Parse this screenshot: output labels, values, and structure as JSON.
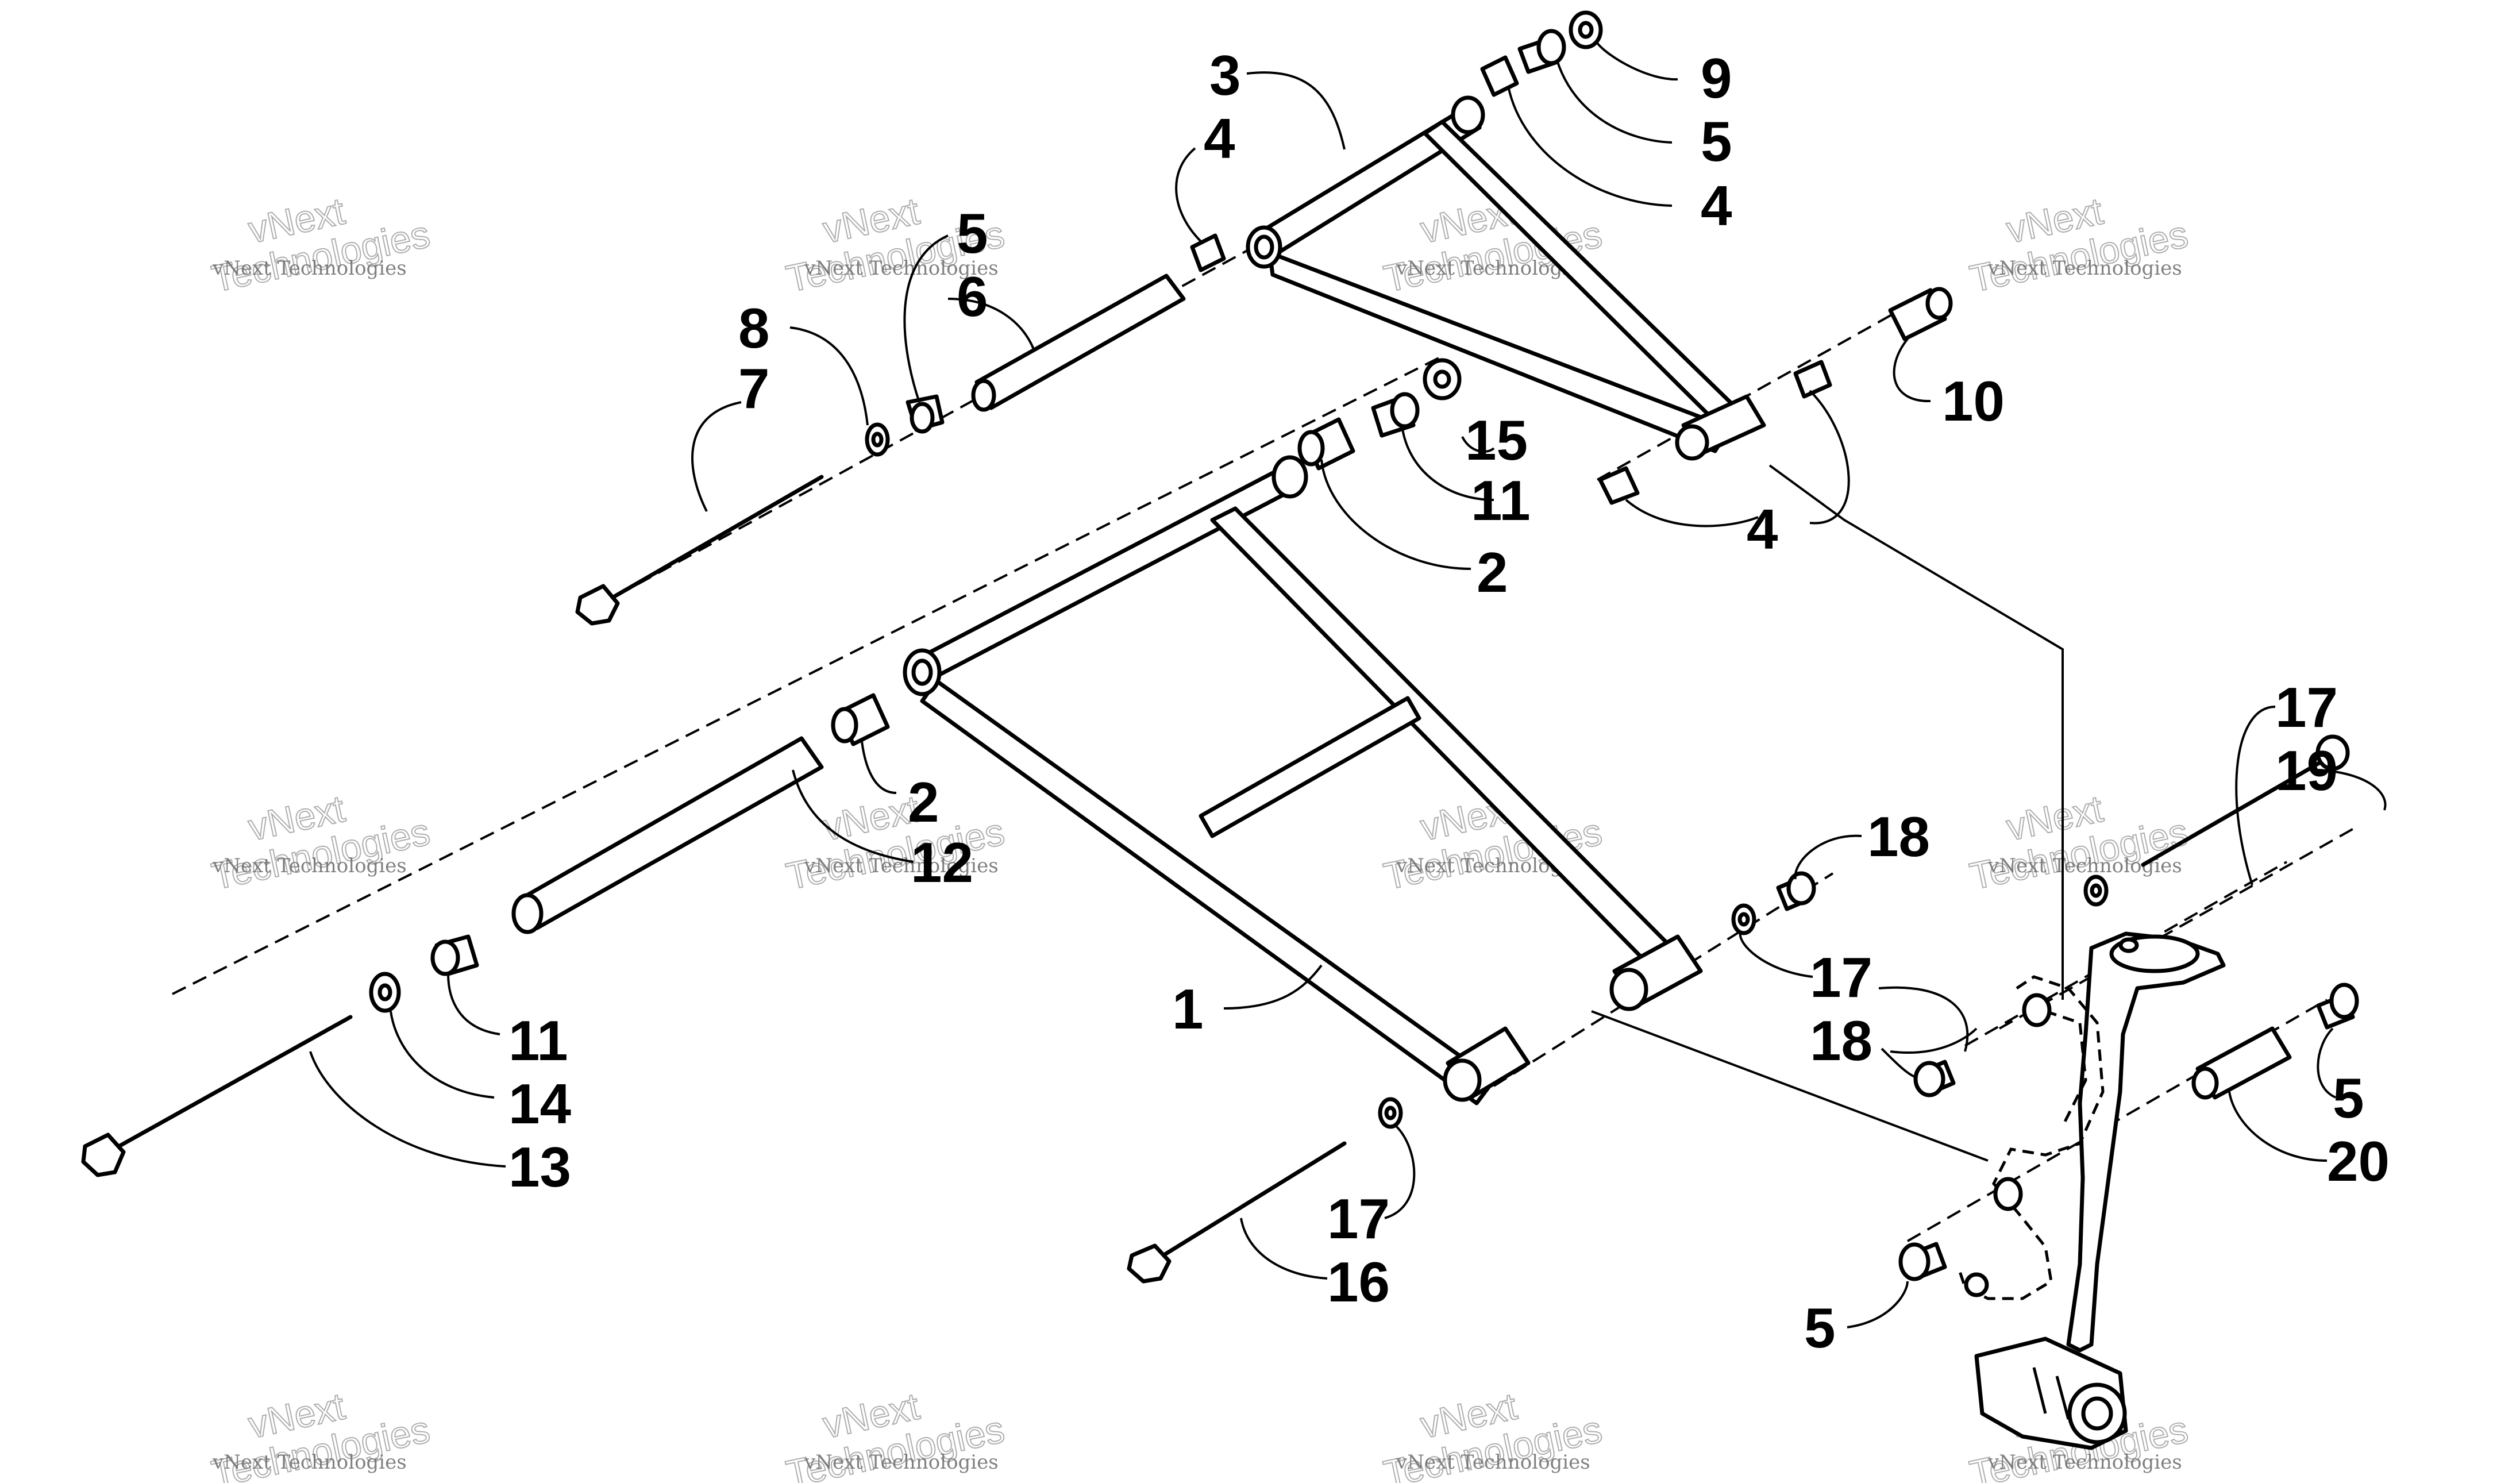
{
  "watermark": {
    "line1": "vNext",
    "line2": "Technologies",
    "full": "vNext Technologies"
  },
  "callouts": {
    "c1": "1",
    "c2a": "2",
    "c2b": "2",
    "c3": "3",
    "c4a": "4",
    "c4b": "4",
    "c4c": "4",
    "c5a": "5",
    "c5b": "5",
    "c5c": "5",
    "c5d": "5",
    "c6": "6",
    "c7": "7",
    "c8": "8",
    "c9": "9",
    "c10": "10",
    "c11a": "11",
    "c11b": "11",
    "c12": "12",
    "c13": "13",
    "c14": "14",
    "c15": "15",
    "c16": "16",
    "c17a": "17",
    "c17b": "17",
    "c17c": "17",
    "c18a": "18",
    "c18b": "18",
    "c19": "19",
    "c20": "20"
  }
}
